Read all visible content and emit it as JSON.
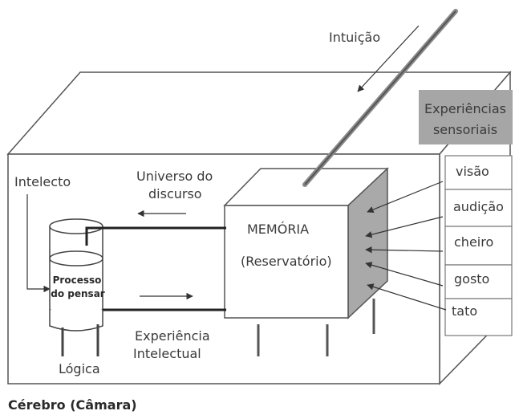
{
  "labels": {
    "intuicao": "Intuição",
    "experiencias_line1": "Experiências",
    "experiencias_line2": "sensoriais",
    "intelecto": "Intelecto",
    "universo_line1": "Universo do",
    "universo_line2": "discurso",
    "memoria": "MEMÓRIA",
    "reservatorio": "(Reservatório)",
    "processo_line1": "Processo",
    "processo_line2": "do pensar",
    "experiencia_line1": "Experiência",
    "experiencia_line2": "Intelectual",
    "logica": "Lógica",
    "caption": "Cérebro (Câmara)"
  },
  "senses": [
    "visão",
    "audição",
    "cheiro",
    "gosto",
    "tato"
  ],
  "colors": {
    "line": "#555555",
    "dark_line": "#333333",
    "shaded_face": "#a9a9a9",
    "header_fill": "#a6a6a6"
  }
}
